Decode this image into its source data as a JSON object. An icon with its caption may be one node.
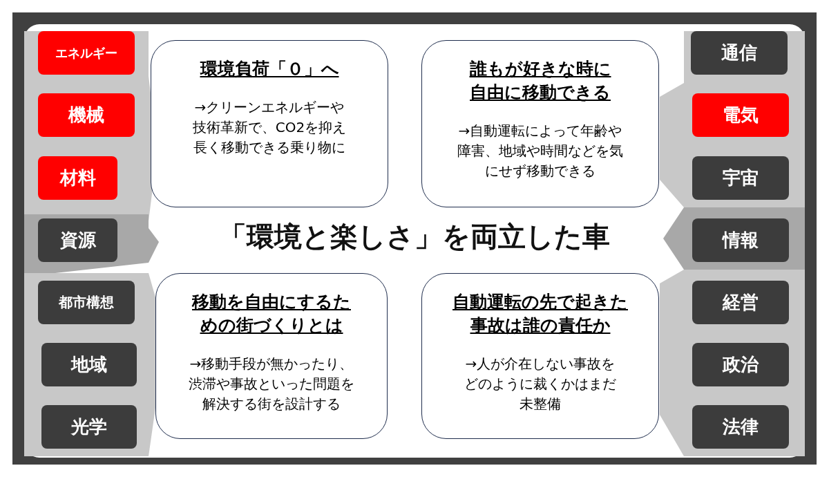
{
  "diagram": {
    "title": "「環境と楽しさ」を両立した車",
    "nodes": [
      {
        "text": [
          "エネルギー"
        ]
      },
      {
        "text": [
          "機械"
        ]
      },
      {
        "text": [
          "材料"
        ]
      },
      {
        "text": [
          "資源"
        ]
      },
      {
        "text": [
          "都市構想"
        ]
      },
      {
        "text": [
          "地域"
        ]
      },
      {
        "text": [
          "光学"
        ]
      },
      {
        "text": [
          "環境負荷「０」へ",
          "→クリーンエネルギーや技術革新で、CO2を抑え長く移動できる乗り物に"
        ]
      },
      {
        "text": [
          "誰もが好きな時に自由に移動できる",
          "→自動運転によって年齢や障害、地域や時間などを気にせず移動できる"
        ]
      },
      {
        "text": [
          "移動を自由にするための街づくりとは",
          "→移動手段が無かったり、渋滞や事故といった問題を解決する街を設計する"
        ]
      },
      {
        "text": [
          "自動運転の先で起きた事故は誰の責任か",
          "→人が介在しない事故をどのように裁くかはまだ未整備"
        ]
      },
      {
        "text": [
          "通信"
        ]
      },
      {
        "text": [
          "電気"
        ]
      },
      {
        "text": [
          "宇宙"
        ]
      },
      {
        "text": [
          "情報"
        ]
      },
      {
        "text": [
          "経営"
        ]
      },
      {
        "text": [
          "政治"
        ]
      },
      {
        "text": [
          "法律"
        ]
      }
    ]
  }
}
